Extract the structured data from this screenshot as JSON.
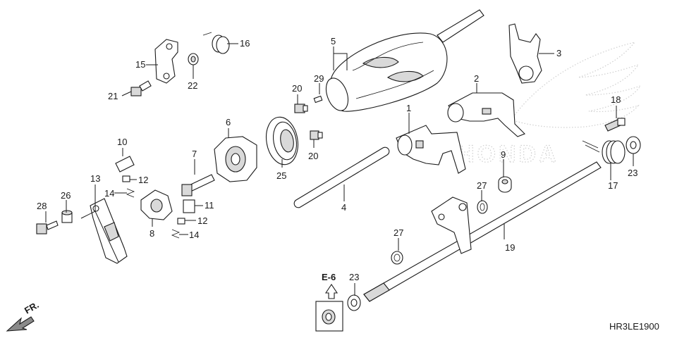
{
  "diagram_code": "HR3LE1900",
  "direction_label": "FR.",
  "reference_label": "E-6",
  "watermark": "HONDA",
  "callouts": [
    "1",
    "2",
    "3",
    "4",
    "5",
    "6",
    "7",
    "8",
    "9",
    "10",
    "11",
    "12",
    "12",
    "13",
    "14",
    "14",
    "15",
    "16",
    "17",
    "18",
    "19",
    "20",
    "20",
    "21",
    "22",
    "23",
    "23",
    "25",
    "26",
    "27",
    "27",
    "28",
    "29"
  ]
}
